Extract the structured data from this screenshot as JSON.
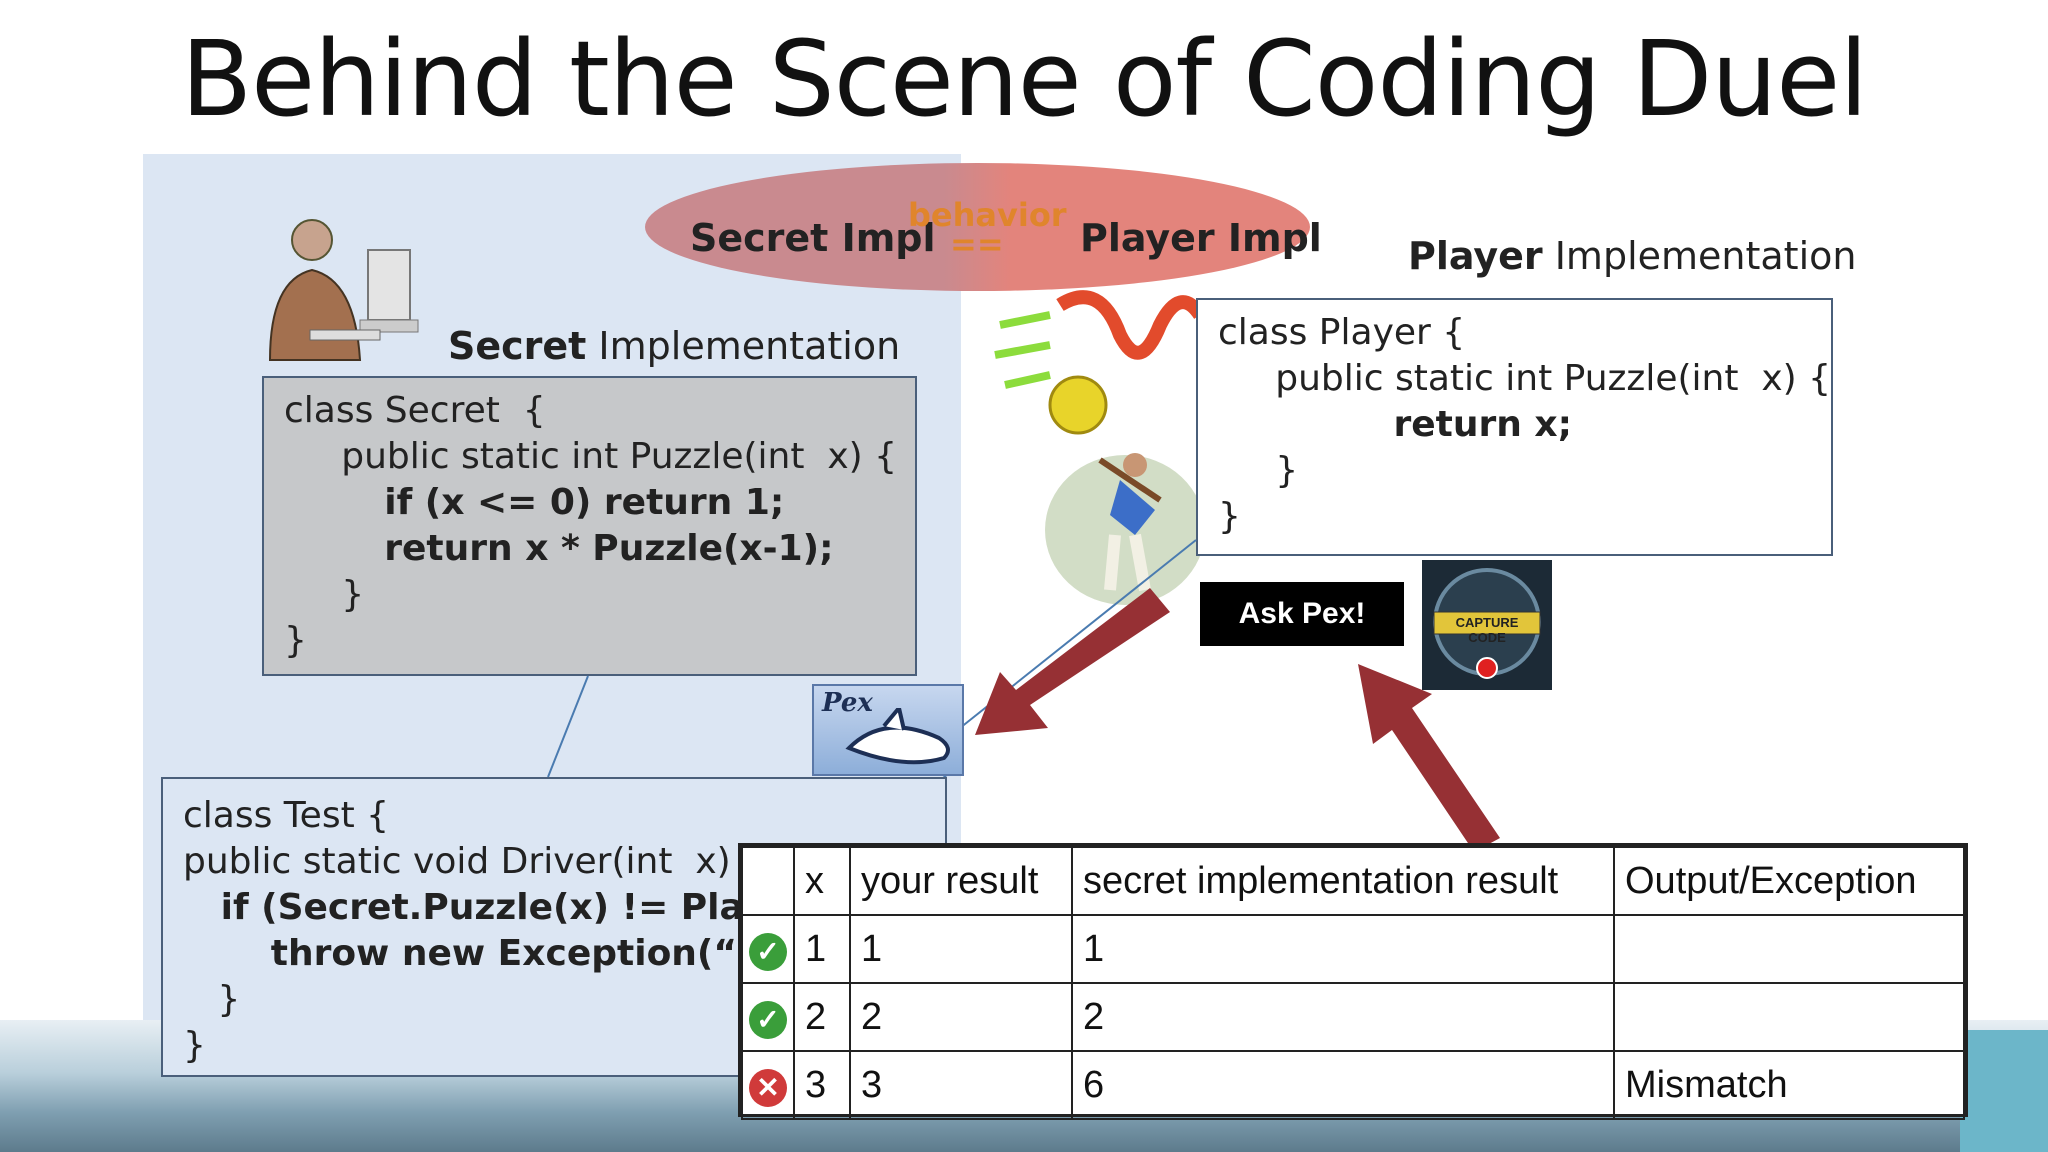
{
  "slide": {
    "title": "Behind the Scene of Coding Duel"
  },
  "ellipse": {
    "left_label": "Secret Impl",
    "right_label": "Player Impl",
    "behavior_label": "behavior",
    "equals_label": "=="
  },
  "secret": {
    "heading_bold": "Secret",
    "heading_rest": " Implementation",
    "lines": [
      "class Secret  {",
      "     public static int Puzzle(int  x) {",
      "        if (x <= 0) return 1;",
      "        return x * Puzzle(x-1);",
      "     }",
      "}"
    ]
  },
  "player": {
    "heading_bold": "Player",
    "heading_rest": " Implementation",
    "lines": [
      "class Player {",
      "     public static int Puzzle(int  x) {",
      "              return x;",
      "     }",
      "}"
    ]
  },
  "test": {
    "lines": [
      "class Test {",
      "public static void Driver(int  x) {",
      "   if (Secret.Puzzle(x) != Player.Puzzle(x))",
      "       throw new Exception(“Mismatch”);",
      "   }",
      "}"
    ]
  },
  "buttons": {
    "ask_pex": "Ask Pex!",
    "capture_code": "CAPTURE CODE"
  },
  "pex_logo": "Pex",
  "results_table": {
    "headers": [
      "",
      "x",
      "your result",
      "secret implementation result",
      "Output/Exception"
    ],
    "rows": [
      {
        "status": "pass",
        "x": "1",
        "your": "1",
        "secret": "1",
        "output": ""
      },
      {
        "status": "pass",
        "x": "2",
        "your": "2",
        "secret": "2",
        "output": ""
      },
      {
        "status": "fail",
        "x": "3",
        "your": "3",
        "secret": "6",
        "output": "Mismatch"
      }
    ]
  },
  "colors": {
    "panel_bg": "#dce6f3",
    "arrow": "#963034",
    "behavior": "#e0852c"
  }
}
